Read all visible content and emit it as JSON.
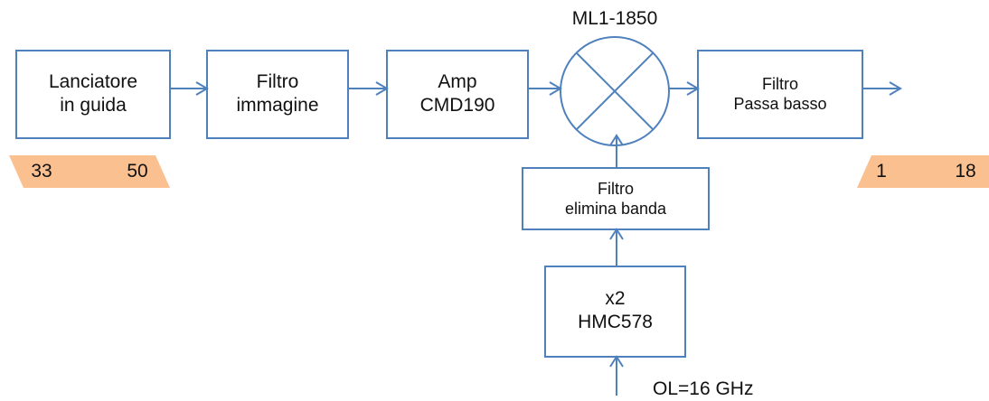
{
  "colors": {
    "stroke": "#4f81bd",
    "band_fill": "#fac090",
    "background": "#ffffff",
    "text": "#111111"
  },
  "blocks": {
    "launcher": {
      "line1": "Lanciatore",
      "line2": "in guida"
    },
    "image_filter": {
      "line1": "Filtro",
      "line2": "immagine"
    },
    "amplifier": {
      "line1": "Amp",
      "line2": "CMD190"
    },
    "mixer": {
      "label": "ML1-1850"
    },
    "lowpass_filter": {
      "line1": "Filtro",
      "line2": "Passa basso"
    },
    "notch_filter": {
      "line1": "Filtro",
      "line2": "elimina banda"
    },
    "doubler": {
      "line1": "x2",
      "line2": "HMC578"
    }
  },
  "local_oscillator": {
    "label": "OL=16 GHz"
  },
  "input_band": {
    "low": "33",
    "high": "50"
  },
  "output_band": {
    "low": "1",
    "high": "18"
  }
}
